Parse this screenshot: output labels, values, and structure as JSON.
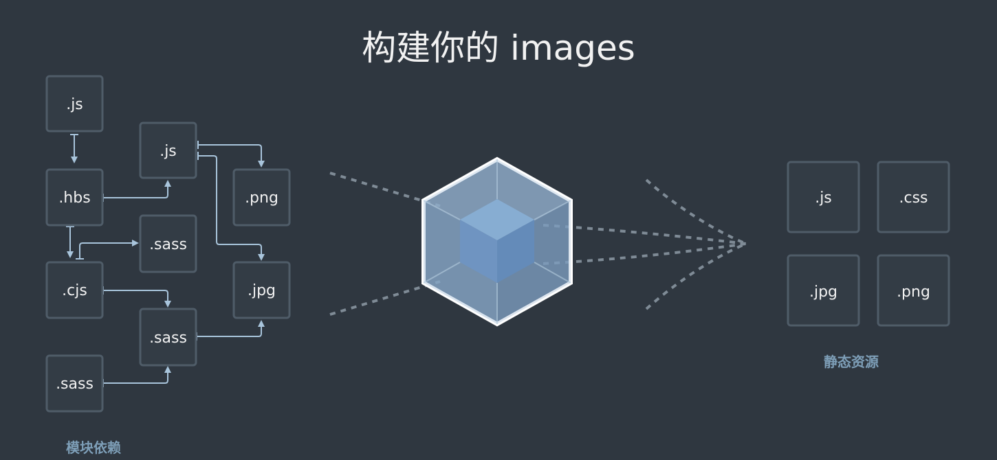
{
  "title": "构建你的 images",
  "modules": {
    "caption": "模块依赖",
    "boxes": [
      {
        "id": "js_top",
        "label": ".js"
      },
      {
        "id": "hbs",
        "label": ".hbs"
      },
      {
        "id": "cjs",
        "label": ".cjs"
      },
      {
        "id": "sass_bottom_left",
        "label": ".sass"
      },
      {
        "id": "js_mid",
        "label": ".js"
      },
      {
        "id": "sass_mid",
        "label": ".sass"
      },
      {
        "id": "sass_low",
        "label": ".sass"
      },
      {
        "id": "png",
        "label": ".png"
      },
      {
        "id": "jpg",
        "label": ".jpg"
      }
    ]
  },
  "assets": {
    "caption": "静态资源",
    "boxes": [
      {
        "id": "out_js",
        "label": ".js"
      },
      {
        "id": "out_css",
        "label": ".css"
      },
      {
        "id": "out_jpg",
        "label": ".jpg"
      },
      {
        "id": "out_png",
        "label": ".png"
      }
    ]
  },
  "colors": {
    "background": "#2f3740",
    "box_stroke": "#4f5c68",
    "connector": "#a9c5dc",
    "dashed_line": "#7f8b96",
    "cube_outer": "#8eafc9",
    "cube_inner": "#6d96c3",
    "cube_outline": "#ffffff",
    "caption": "#7e9fb8",
    "text": "#f2f2f2"
  },
  "icons": {
    "center": "webpack-cube-icon"
  }
}
